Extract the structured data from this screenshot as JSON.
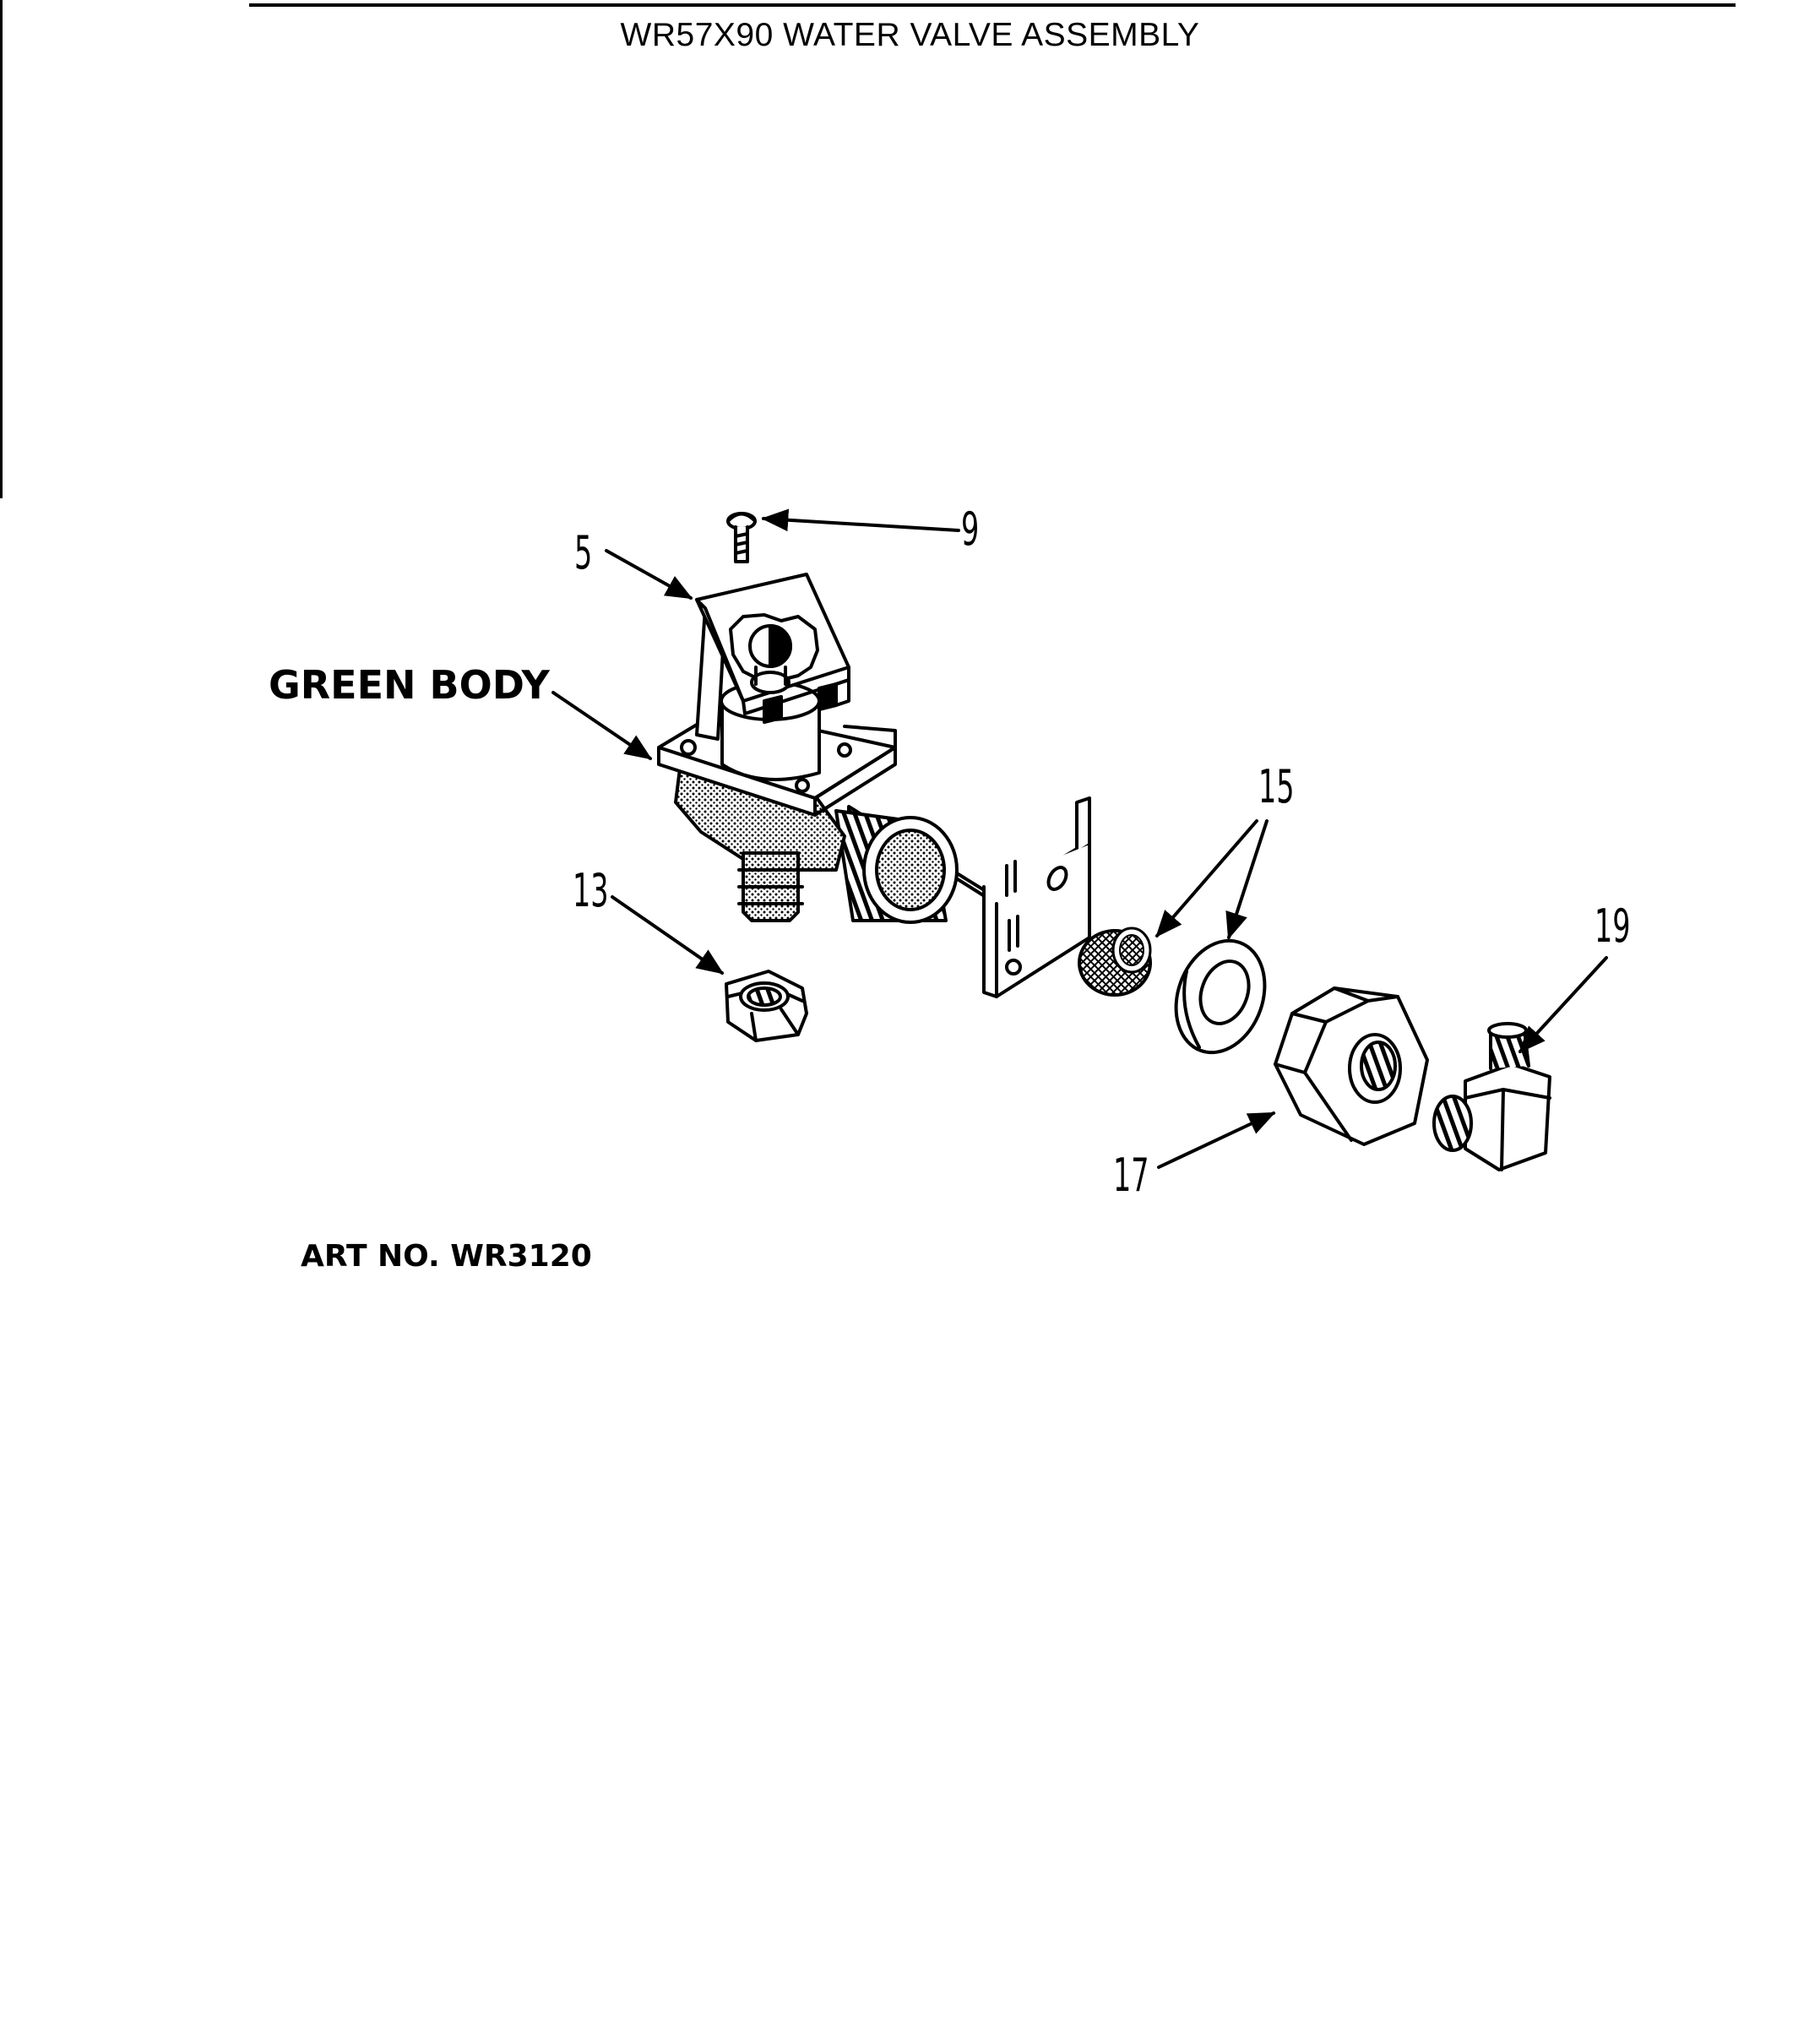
{
  "title": "WR57X90 WATER VALVE ASSEMBLY",
  "labels": {
    "green_body": "GREEN BODY",
    "art_no": "ART NO. WR3120"
  },
  "callouts": {
    "p5": "5",
    "p9": "9",
    "p13": "13",
    "p15": "15",
    "p17": "17",
    "p19": "19"
  },
  "colors": {
    "ink": "#000000",
    "paper": "#ffffff"
  },
  "icons": [
    "screw-icon",
    "water-valve-icon",
    "hex-nut-icon",
    "strainer-screen-icon",
    "washer-icon",
    "large-hex-nut-icon",
    "elbow-fitting-icon",
    "mounting-bracket-icon"
  ]
}
